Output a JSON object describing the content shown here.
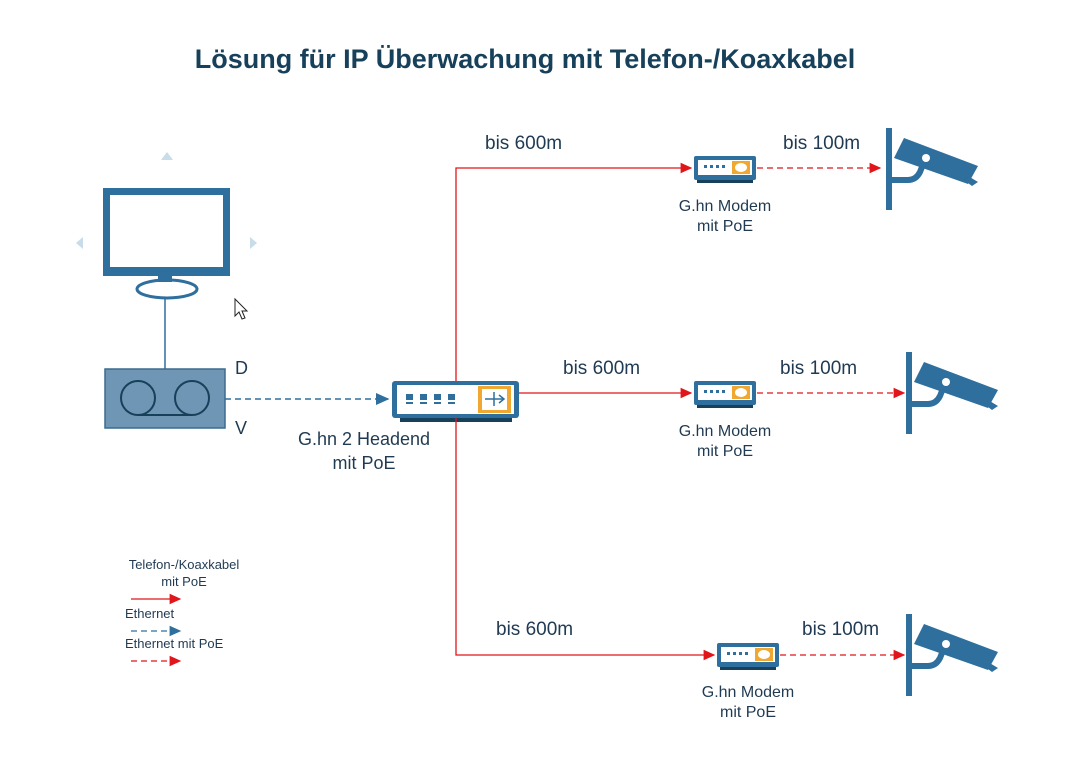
{
  "title": "Lösung für IP Überwachung mit Telefon-/Koaxkabel",
  "recorder": {
    "label_d": "D",
    "label_v": "V"
  },
  "headend": {
    "label_line1": "G.hn 2 Headend",
    "label_line2": "mit PoE"
  },
  "branches": [
    {
      "distance_coax": "bis 600m",
      "modem_line1": "G.hn Modem",
      "modem_line2": "mit PoE",
      "distance_eth": "bis 100m"
    },
    {
      "distance_coax": "bis 600m",
      "modem_line1": "G.hn Modem",
      "modem_line2": "mit PoE",
      "distance_eth": "bis 100m"
    },
    {
      "distance_coax": "bis 600m",
      "modem_line1": "G.hn Modem",
      "modem_line2": "mit PoE",
      "distance_eth": "bis 100m"
    }
  ],
  "legend": [
    {
      "label_line1": "Telefon-/Koaxkabel",
      "label_line2": "mit PoE",
      "style": "solid",
      "color": "#e0161b"
    },
    {
      "label_line1": "Ethernet",
      "label_line2": "",
      "style": "dashed",
      "color": "#2e6f9e"
    },
    {
      "label_line1": "Ethernet mit PoE",
      "label_line2": "",
      "style": "dashed",
      "color": "#e0161b"
    }
  ],
  "colors": {
    "red": "#e0161b",
    "blue": "#2e6f9e",
    "title": "#17405a",
    "accent": "#f0a830"
  },
  "icons": [
    "monitor-icon",
    "video-recorder-icon",
    "headend-switch-icon",
    "modem-icon",
    "security-camera-icon",
    "mouse-cursor-icon"
  ]
}
